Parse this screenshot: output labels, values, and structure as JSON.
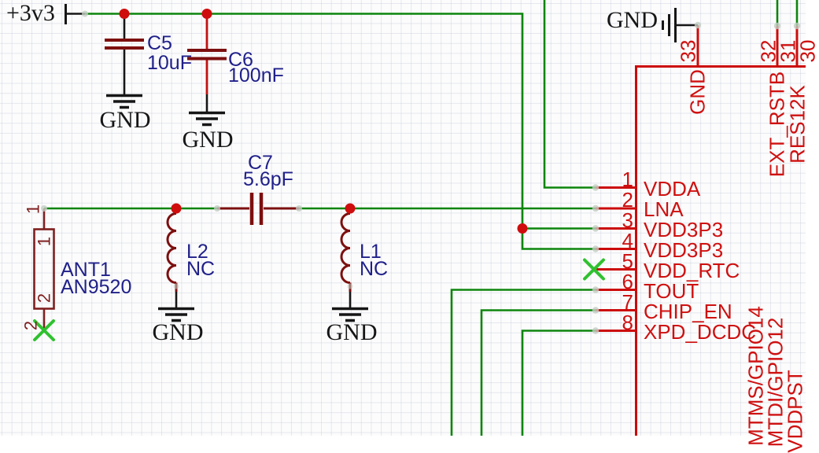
{
  "schematic": {
    "power": {
      "v3v3": "+3v3",
      "gnd": "GND"
    },
    "components": {
      "c5": {
        "ref": "C5",
        "value": "10uF"
      },
      "c6": {
        "ref": "C6",
        "value": "100nF"
      },
      "c7": {
        "ref": "C7",
        "value": "5.6pF"
      },
      "l2": {
        "ref": "L2",
        "value": "NC"
      },
      "l1": {
        "ref": "L1",
        "value": "NC"
      },
      "ant1": {
        "ref": "ANT1",
        "value": "AN9520",
        "pin1": "1",
        "pin2": "2"
      }
    },
    "ic": {
      "left_pins": [
        {
          "num": "1",
          "name": "VDDA"
        },
        {
          "num": "2",
          "name": "LNA"
        },
        {
          "num": "3",
          "name": "VDD3P3"
        },
        {
          "num": "4",
          "name": "VDD3P3"
        },
        {
          "num": "5",
          "name": "VDD_RTC"
        },
        {
          "num": "6",
          "name": "TOUT"
        },
        {
          "num": "7",
          "name": "CHIP_EN"
        },
        {
          "num": "8",
          "name": "XPD_DCDC"
        }
      ],
      "top_pins": [
        {
          "num": "33",
          "name": "GND"
        },
        {
          "num": "32",
          "name": "EXT_RSTB"
        },
        {
          "num": "31",
          "name": "RES12K"
        },
        {
          "num": "30",
          "name": ""
        }
      ],
      "bottom_pins": [
        {
          "name": "MTMS/GPIO14"
        },
        {
          "name": "MTDI/GPIO12"
        },
        {
          "name": "VDDPST"
        }
      ]
    },
    "colors": {
      "wire": "#0d850d",
      "pin": "#cf1010",
      "component_body": "#7d0f0f",
      "antenna_body": "#7f1f1f",
      "label": "#20208a",
      "junction": "#cf0d0d",
      "no_connect": "#2fc12f",
      "text": "#161616"
    }
  }
}
